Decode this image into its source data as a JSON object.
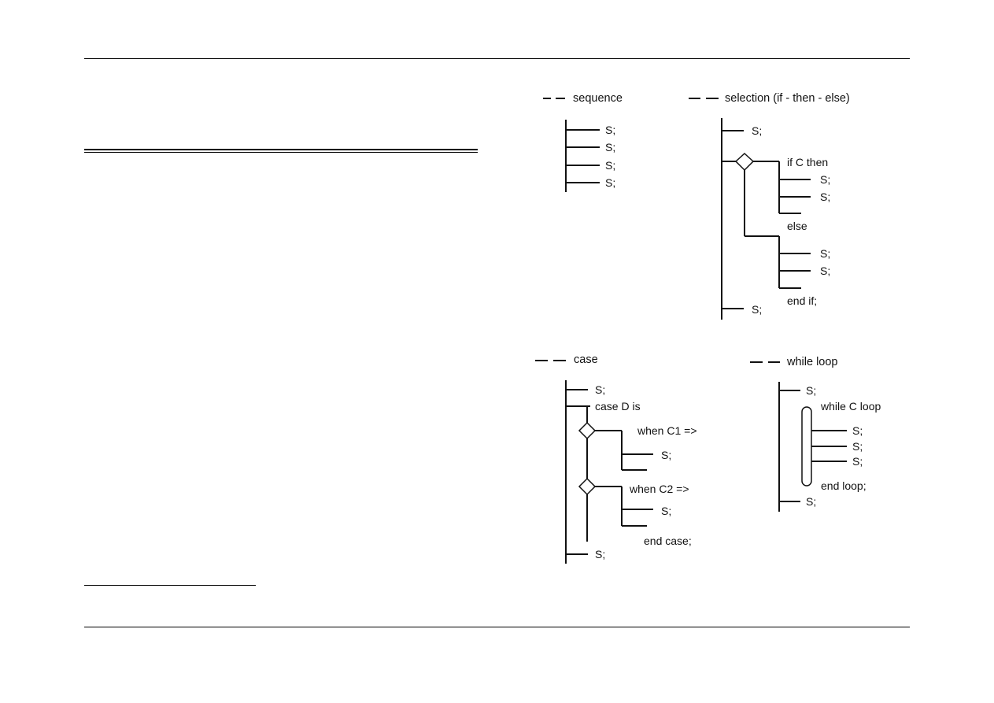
{
  "diagrams": {
    "sequence": {
      "title": "sequence",
      "statements": [
        "S;",
        "S;",
        "S;",
        "S;"
      ]
    },
    "selection": {
      "title": "selection (if - then - else)",
      "stmt_before": "S;",
      "if_label": "if C then",
      "then_statements": [
        "S;",
        "S;"
      ],
      "else_label": "else",
      "else_statements": [
        "S;",
        "S;"
      ],
      "end_label": "end if;",
      "stmt_after": "S;"
    },
    "case": {
      "title": "case",
      "stmt_before": "S;",
      "case_label": "case D is",
      "when1_label": "when C1 =>",
      "when1_stmt": "S;",
      "when2_label": "when C2 =>",
      "when2_stmt": "S;",
      "end_label": "end case;",
      "stmt_after": "S;"
    },
    "while_loop": {
      "title": "while loop",
      "stmt_before": "S;",
      "loop_label": "while C loop",
      "body_statements": [
        "S;",
        "S;",
        "S;"
      ],
      "end_label": "end loop;",
      "stmt_after": "S;"
    }
  }
}
